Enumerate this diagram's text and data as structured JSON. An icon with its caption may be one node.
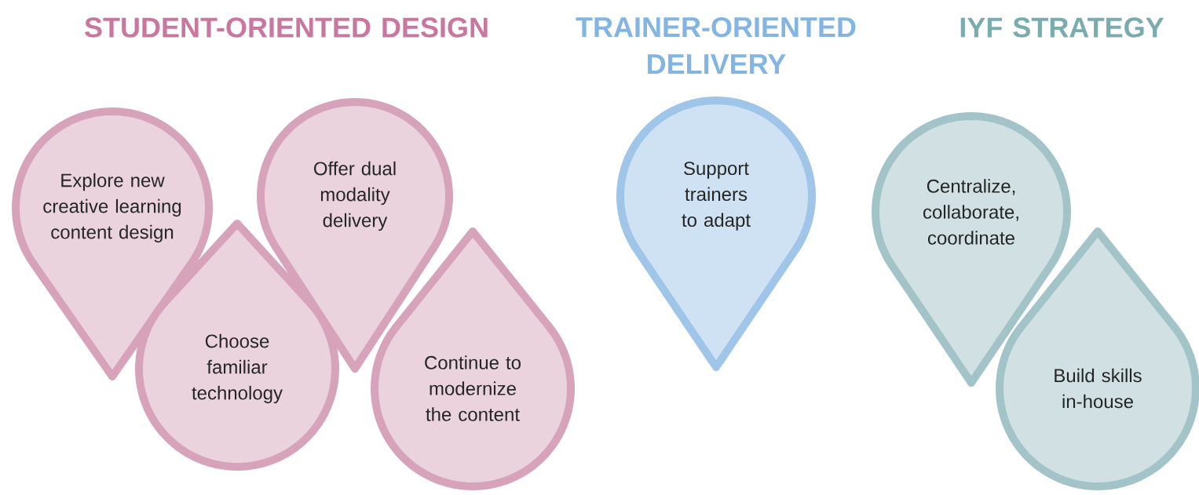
{
  "diagram": {
    "nodes": [
      {
        "text": [
          "Explore new creative learning content design"
        ]
      },
      {
        "text": [
          "Choose familiar technology"
        ]
      },
      {
        "text": [
          "Offer dual modality delivery"
        ]
      },
      {
        "text": [
          "Continue to modernize the content"
        ]
      },
      {
        "text": [
          "Support trainers to adapt"
        ]
      },
      {
        "text": [
          "Centralize, collaborate, coordinate"
        ]
      },
      {
        "text": [
          "Build skills in-house"
        ]
      }
    ],
    "labels": [
      "STUDENT-ORIENTED DESIGN",
      "TRAINER-ORIENTED DELIVERY",
      "IYF STRATEGY"
    ]
  }
}
